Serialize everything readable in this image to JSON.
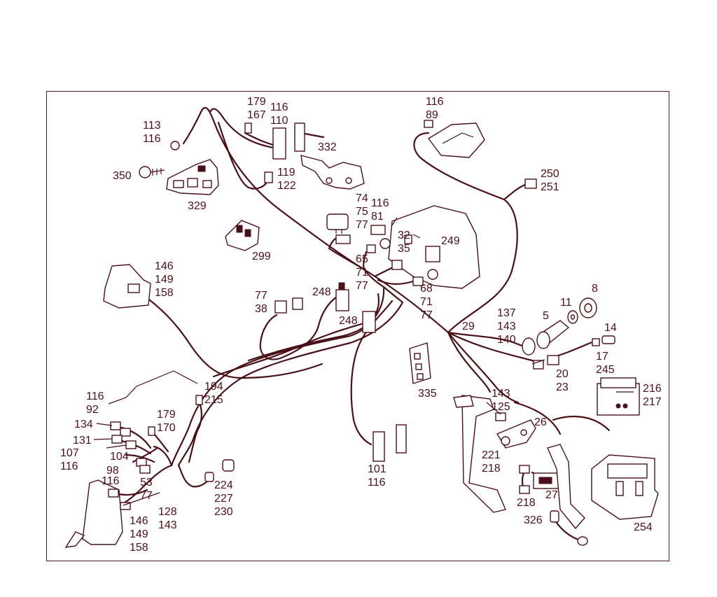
{
  "labels": [
    {
      "id": "l1",
      "lines": [
        "179",
        "167"
      ],
      "x": 0,
      "y": 0
    },
    {
      "id": "l2",
      "lines": [
        "116",
        "110"
      ]
    },
    {
      "id": "l3",
      "lines": [
        "113",
        "116"
      ]
    },
    {
      "id": "l4",
      "lines": [
        "332"
      ]
    },
    {
      "id": "l5",
      "lines": [
        "350"
      ]
    },
    {
      "id": "l6",
      "lines": [
        "119",
        "122"
      ]
    },
    {
      "id": "l7",
      "lines": [
        "329"
      ]
    },
    {
      "id": "l8",
      "lines": [
        "116",
        "89"
      ]
    },
    {
      "id": "l9",
      "lines": [
        "250",
        "251"
      ]
    },
    {
      "id": "l10",
      "lines": [
        "74",
        "75",
        "77"
      ]
    },
    {
      "id": "l11",
      "lines": [
        "116",
        "81"
      ]
    },
    {
      "id": "l12",
      "lines": [
        "299"
      ]
    },
    {
      "id": "l13",
      "lines": [
        "32",
        "35"
      ]
    },
    {
      "id": "l14",
      "lines": [
        "249"
      ]
    },
    {
      "id": "l15",
      "lines": [
        "65",
        "71",
        "77"
      ]
    },
    {
      "id": "l16",
      "lines": [
        "146",
        "149",
        "158"
      ]
    },
    {
      "id": "l17",
      "lines": [
        "68",
        "71",
        "77"
      ]
    },
    {
      "id": "l18",
      "lines": [
        "77",
        "38"
      ]
    },
    {
      "id": "l19",
      "lines": [
        "248"
      ]
    },
    {
      "id": "l20",
      "lines": [
        "248"
      ]
    },
    {
      "id": "l21",
      "lines": [
        "8"
      ]
    },
    {
      "id": "l22",
      "lines": [
        "11"
      ]
    },
    {
      "id": "l23",
      "lines": [
        "137",
        "143",
        "140"
      ]
    },
    {
      "id": "l24",
      "lines": [
        "5"
      ]
    },
    {
      "id": "l25",
      "lines": [
        "29"
      ]
    },
    {
      "id": "l26",
      "lines": [
        "14"
      ]
    },
    {
      "id": "l27",
      "lines": [
        "17",
        "245"
      ]
    },
    {
      "id": "l28",
      "lines": [
        "20",
        "23"
      ]
    },
    {
      "id": "l29",
      "lines": [
        "335"
      ]
    },
    {
      "id": "l30",
      "lines": [
        "194",
        "215"
      ]
    },
    {
      "id": "l31",
      "lines": [
        "116",
        "92"
      ]
    },
    {
      "id": "l32",
      "lines": [
        "134"
      ]
    },
    {
      "id": "l33",
      "lines": [
        "131"
      ]
    },
    {
      "id": "l34",
      "lines": [
        "179",
        "170"
      ]
    },
    {
      "id": "l35",
      "lines": [
        "107",
        "116"
      ]
    },
    {
      "id": "l36",
      "lines": [
        "104"
      ]
    },
    {
      "id": "l37",
      "lines": [
        "98"
      ]
    },
    {
      "id": "l38",
      "lines": [
        "116"
      ]
    },
    {
      "id": "l39",
      "lines": [
        "53",
        "77"
      ]
    },
    {
      "id": "l40",
      "lines": [
        "224",
        "227",
        "230"
      ]
    },
    {
      "id": "l41",
      "lines": [
        "101",
        "116"
      ]
    },
    {
      "id": "l42",
      "lines": [
        "128",
        "143"
      ]
    },
    {
      "id": "l43",
      "lines": [
        "146",
        "149",
        "158"
      ]
    },
    {
      "id": "l44",
      "lines": [
        "143",
        "125"
      ]
    },
    {
      "id": "l45",
      "lines": [
        "216",
        "217"
      ]
    },
    {
      "id": "l46",
      "lines": [
        "26"
      ]
    },
    {
      "id": "l47",
      "lines": [
        "221",
        "218"
      ]
    },
    {
      "id": "l48",
      "lines": [
        "218"
      ]
    },
    {
      "id": "l49",
      "lines": [
        "27"
      ]
    },
    {
      "id": "l50",
      "lines": [
        "326"
      ]
    },
    {
      "id": "l51",
      "lines": [
        "254"
      ]
    }
  ]
}
